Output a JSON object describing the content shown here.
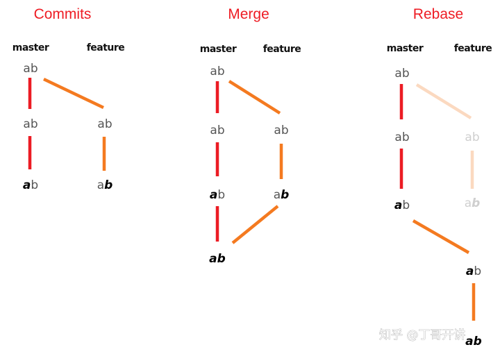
{
  "colors": {
    "master": "#ec1c24",
    "feature": "#f47a20",
    "feature_faded": "#fbd9c0",
    "title": "#ee1c24"
  },
  "panels": {
    "commits": {
      "title": "Commits",
      "master_label": "master",
      "feature_label": "feature"
    },
    "merge": {
      "title": "Merge",
      "master_label": "master",
      "feature_label": "feature"
    },
    "rebase": {
      "title": "Rebase",
      "master_label": "master",
      "feature_label": "feature"
    }
  },
  "node_text": {
    "a": "a",
    "b": "b"
  },
  "watermark": "知乎 @丁哥开讲"
}
